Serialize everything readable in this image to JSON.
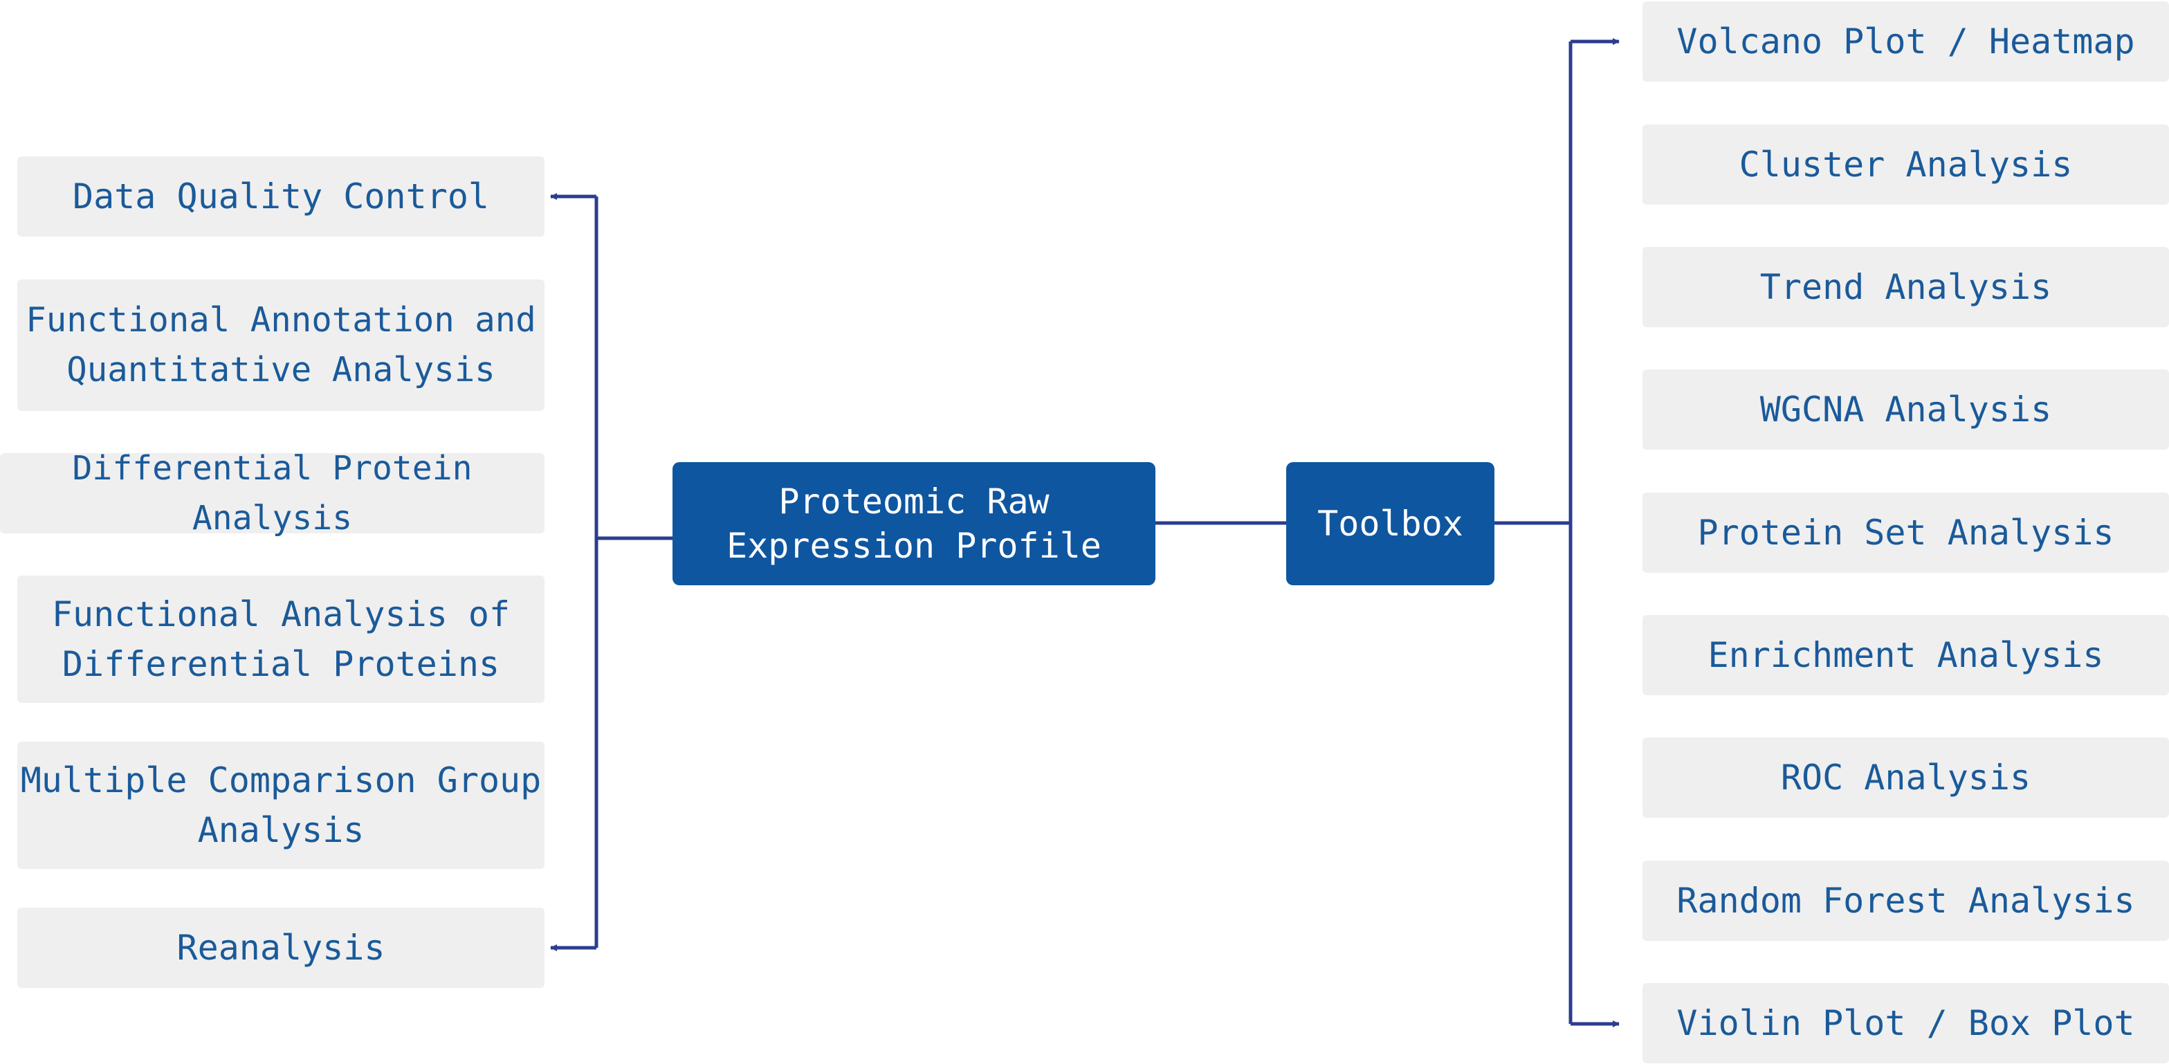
{
  "diagram": {
    "center": {
      "main": "Proteomic Raw\nExpression Profile",
      "toolbox": "Toolbox"
    },
    "left_items": [
      "Data Quality Control",
      "Functional Annotation and\nQuantitative Analysis",
      "Differential Protein Analysis",
      "Functional Analysis of\nDifferential Proteins",
      "Multiple Comparison Group\nAnalysis",
      "Reanalysis"
    ],
    "right_items": [
      "Volcano Plot / Heatmap",
      "Cluster Analysis",
      "Trend Analysis",
      "WGCNA Analysis",
      "Protein Set Analysis",
      "Enrichment Analysis",
      "ROC Analysis",
      "Random Forest Analysis",
      "Violin Plot / Box Plot"
    ],
    "colors": {
      "accent_box": "#0f56a0",
      "item_box": "#efefef",
      "item_text": "#1a5a9a",
      "connector": "#2b3d8f"
    }
  }
}
